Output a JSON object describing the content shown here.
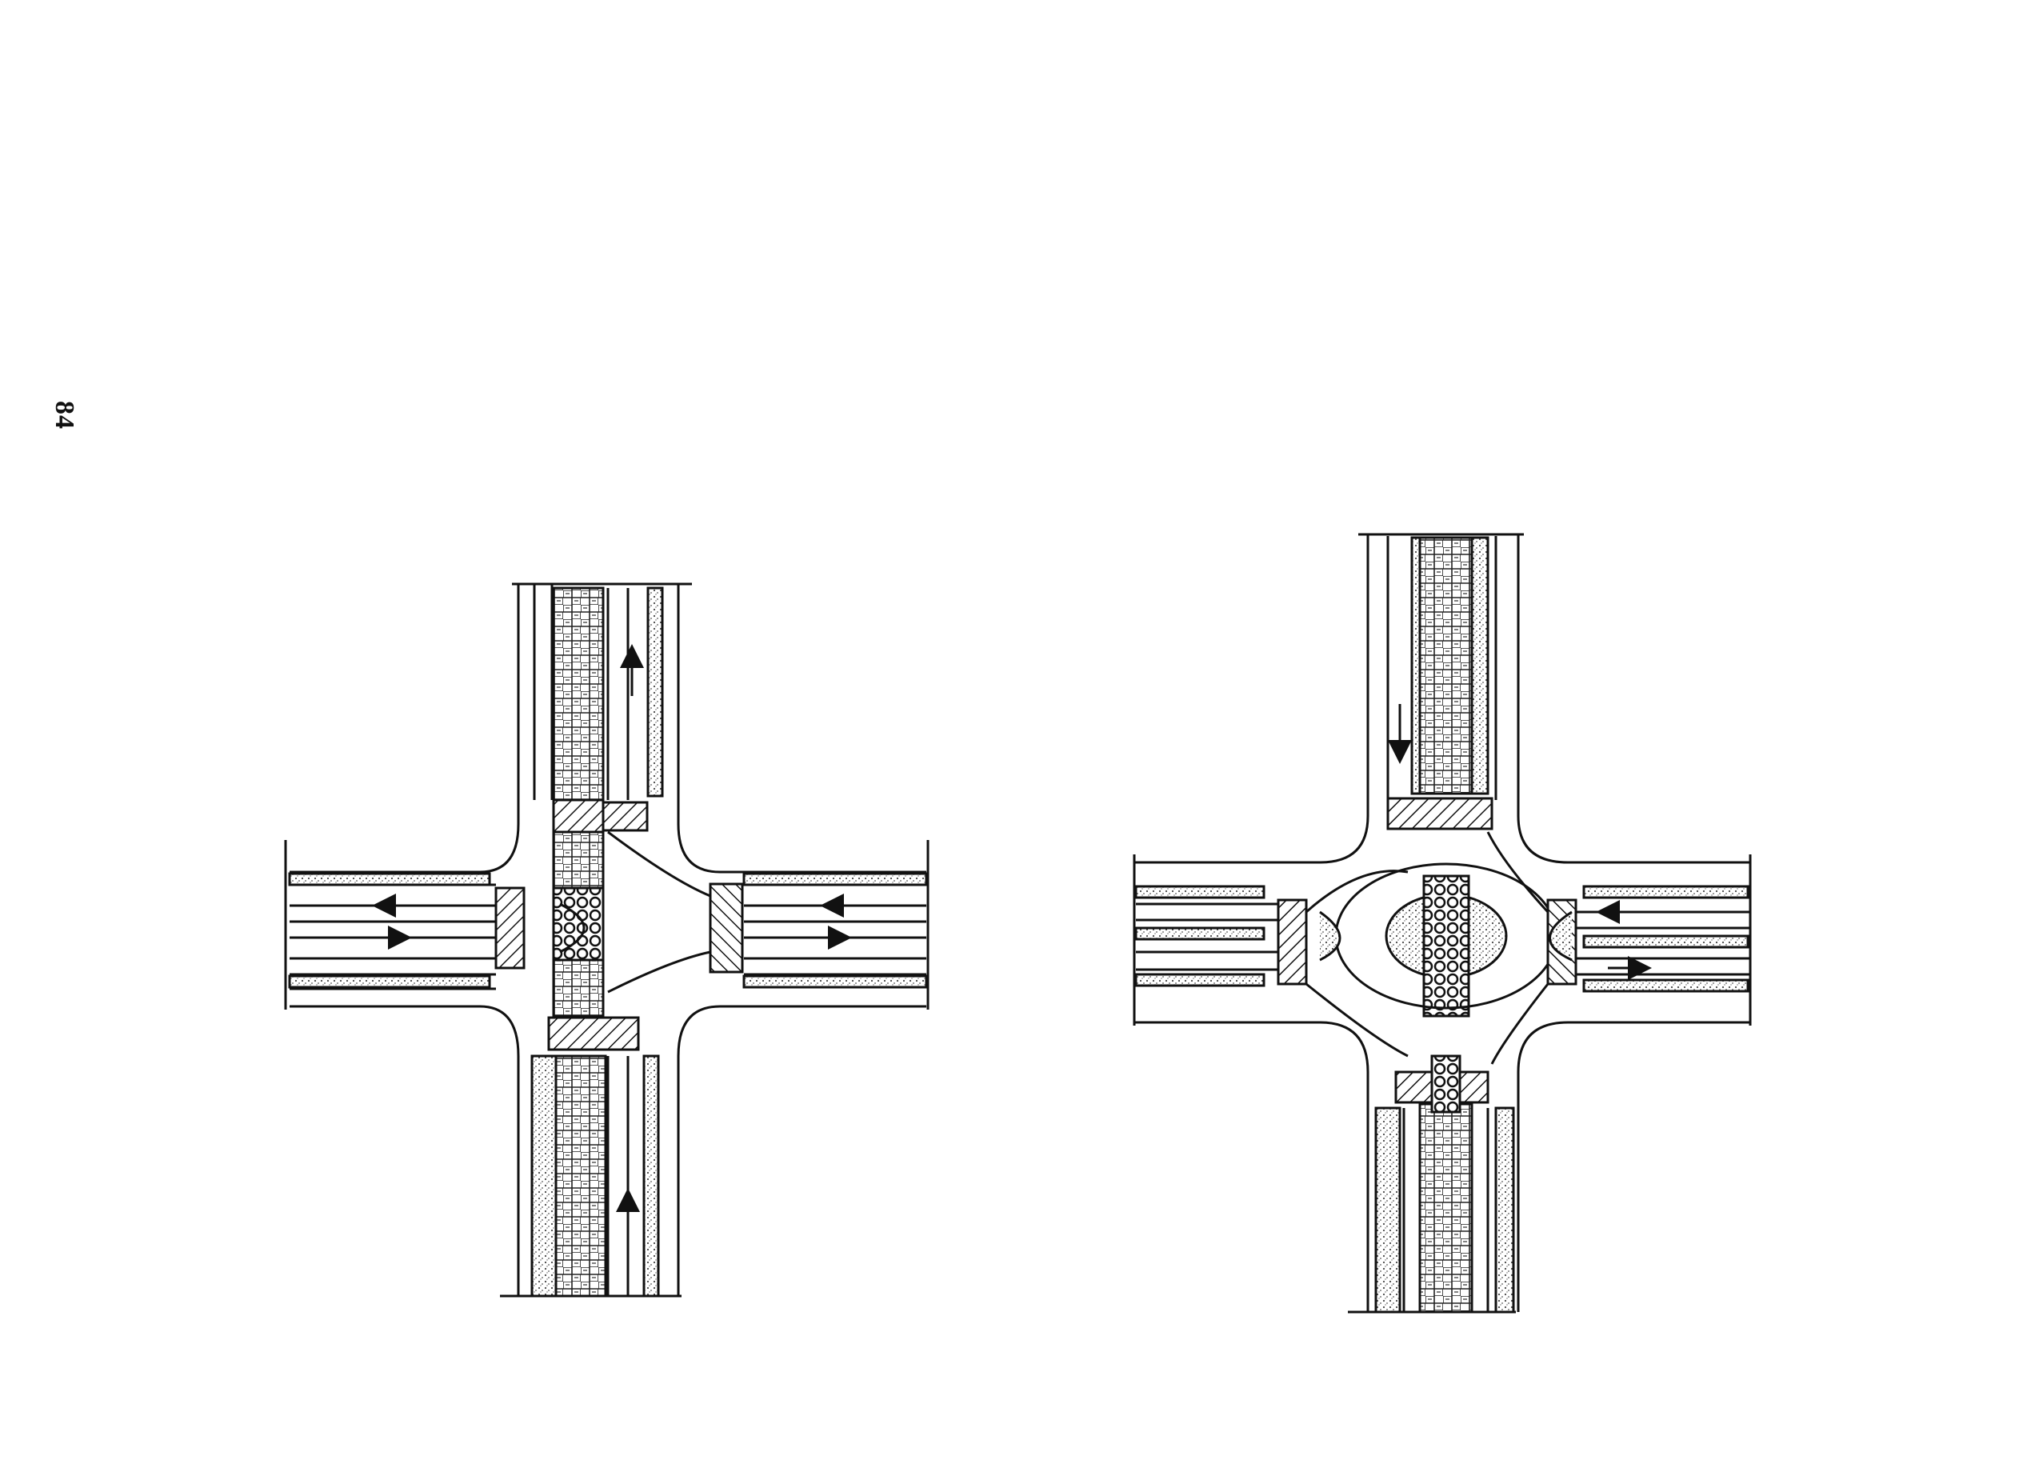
{
  "page": {
    "number": "84",
    "orientation": "rotated-90"
  },
  "figures": [
    {
      "id": "intersection-a",
      "kind": "four-way intersection plan",
      "arrows": [
        "west",
        "east",
        "west",
        "east",
        "north",
        "north"
      ]
    },
    {
      "id": "intersection-b",
      "kind": "four-way intersection plan with central island",
      "arrows": [
        "south",
        "west",
        "east"
      ]
    }
  ],
  "colors": {
    "ink": "#111111",
    "paper": "#ffffff",
    "stipple": "#6b6b6b"
  }
}
